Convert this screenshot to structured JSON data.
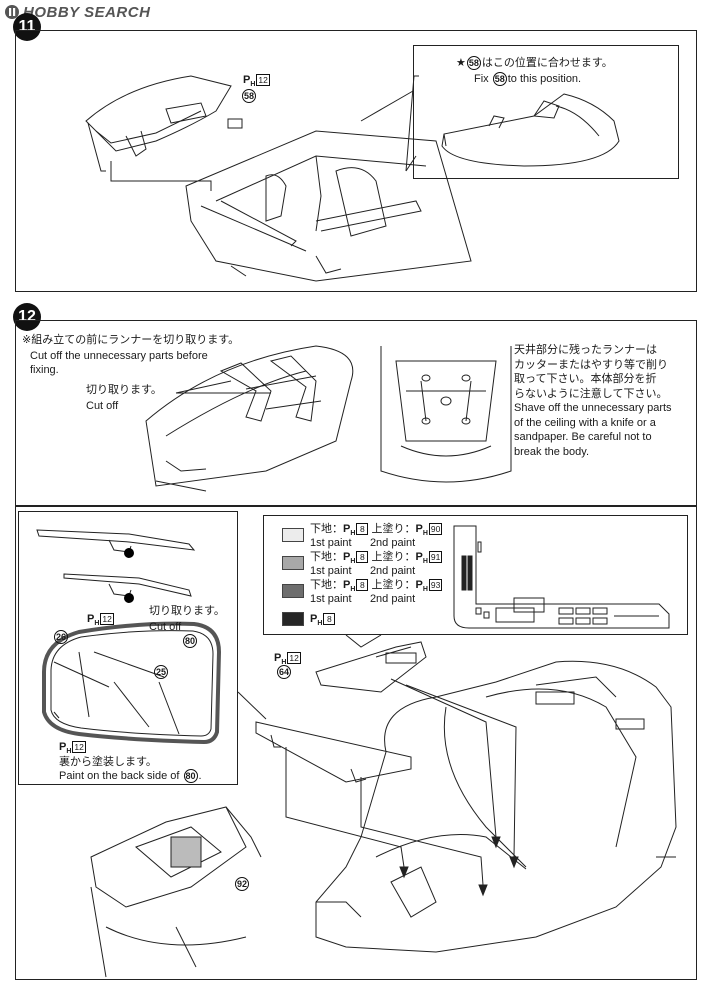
{
  "brand": {
    "logo_text": "HOBBY SEARCH"
  },
  "steps": {
    "step11": {
      "number": "11",
      "part_paint": {
        "code": "12"
      },
      "part_58": "58",
      "note": {
        "jp": "はこの位置に合わせます。",
        "en_prefix": "Fix",
        "en_suffix": "to this position.",
        "star": "★",
        "part": "58"
      }
    },
    "step12": {
      "number": "12",
      "note_left": {
        "jp": "※組み立ての前にランナーを切り取ります。",
        "en1": "Cut off the unnecessary parts before",
        "en2": "fixing."
      },
      "cut_jp": "切り取ります。",
      "cut_en": "Cut off",
      "note_right": [
        "天井部分に残ったランナーは",
        "カッターまたはやすり等で削り",
        "取って下さい。本体部分を折",
        "らないように注意して下さい。",
        "Shave off the unnecessary parts",
        "of the ceiling with a knife or a",
        "sandpaper. Be careful not to",
        "break the body."
      ]
    },
    "step13": {
      "cut_jp": "切り取ります。",
      "cut_en": "Cut off",
      "parts": {
        "p26": "26",
        "p80": "80",
        "p25": "25",
        "p64": "64",
        "p92": "92"
      },
      "paint_code_12": "12",
      "back_jp": "裏から塗装します。",
      "back_en_prefix": "Paint on the back side of",
      "back_en_part": "80",
      "paint_legend": [
        {
          "first_label": "下地：",
          "first_code": "8",
          "top_label": "上塗り：",
          "top_code": "90",
          "en1": "1st paint",
          "en2": "2nd paint",
          "color": "#ececec"
        },
        {
          "first_label": "下地：",
          "first_code": "8",
          "top_label": "上塗り：",
          "top_code": "91",
          "en1": "1st paint",
          "en2": "2nd paint",
          "color": "#a8a8a8"
        },
        {
          "first_label": "下地：",
          "first_code": "8",
          "top_label": "上塗り：",
          "top_code": "93",
          "en1": "1st paint",
          "en2": "2nd paint",
          "color": "#6e6e6e"
        },
        {
          "first_code": "8",
          "color": "#262626"
        }
      ]
    }
  }
}
